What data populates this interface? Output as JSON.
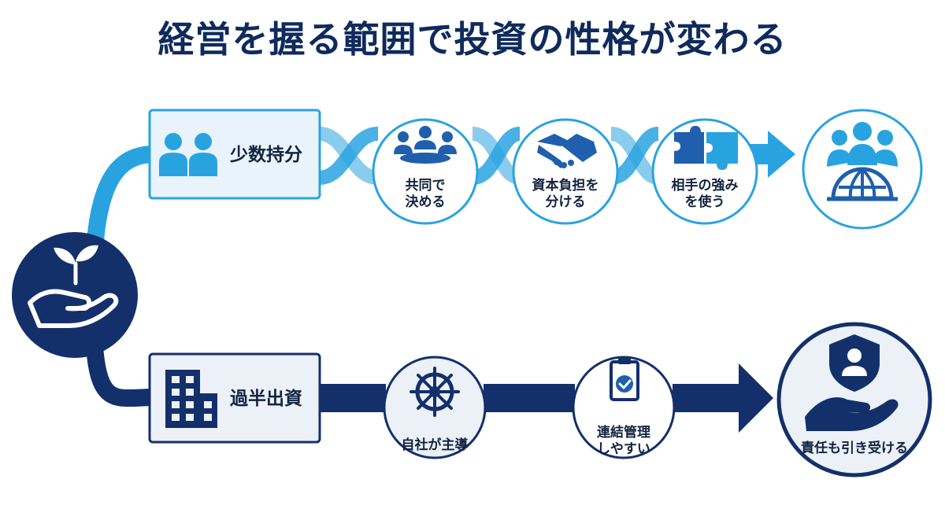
{
  "title": "経営を握る範囲で投資の性格が変わる",
  "colors": {
    "navy": "#13306b",
    "light_blue": "#29a3e0",
    "pale_blue": "#e8f3fb",
    "pale_navy": "#ecf0f7",
    "text": "#13233f"
  },
  "root": {
    "icon": "sprout-in-hand-icon"
  },
  "minority": {
    "label": "少数持分",
    "icon": "people-icon",
    "steps": [
      {
        "label": "共同で\n決める",
        "icon": "meeting-icon"
      },
      {
        "label": "資本負担を\n分ける",
        "icon": "handshake-icon"
      },
      {
        "label": "相手の強み\nを使う",
        "icon": "puzzle-icon"
      }
    ],
    "result_icon": "people-globe-icon"
  },
  "majority": {
    "label": "過半出資",
    "icon": "building-icon",
    "steps": [
      {
        "label": "自社が主導",
        "icon": "ship-wheel-icon"
      },
      {
        "label": "連結管理\nしやすい",
        "icon": "clipboard-check-icon"
      }
    ],
    "result": {
      "label": "責任も引き受ける",
      "icon": "hand-shield-person-icon"
    }
  }
}
